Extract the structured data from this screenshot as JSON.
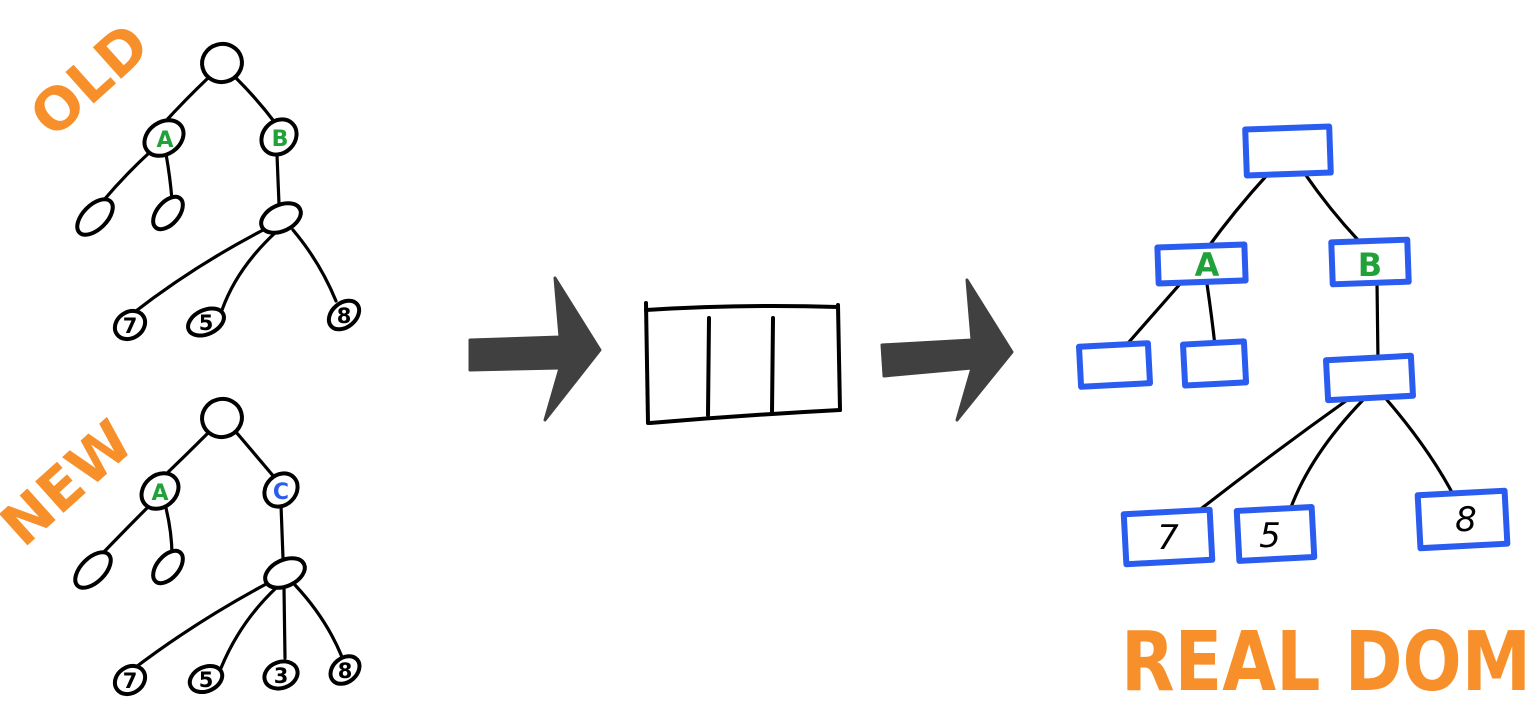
{
  "labels": {
    "old_tree": "OLD",
    "new_tree": "NEW",
    "real_dom": "REAL DOM"
  },
  "old_tree": {
    "child_left": "A",
    "child_right": "B",
    "leaves": [
      "7",
      "5",
      "8"
    ]
  },
  "new_tree": {
    "child_left": "A",
    "child_right": "C",
    "leaves": [
      "7",
      "5",
      "3",
      "8"
    ]
  },
  "real_dom": {
    "child_left": "A",
    "child_right": "B",
    "leaves": [
      "7",
      "5",
      "8"
    ]
  },
  "colors": {
    "title_orange": "#f7902a",
    "node_green": "#20a13a",
    "node_blue": "#2b5cf0",
    "arrow_gray": "#404040",
    "ink_black": "#000000"
  }
}
